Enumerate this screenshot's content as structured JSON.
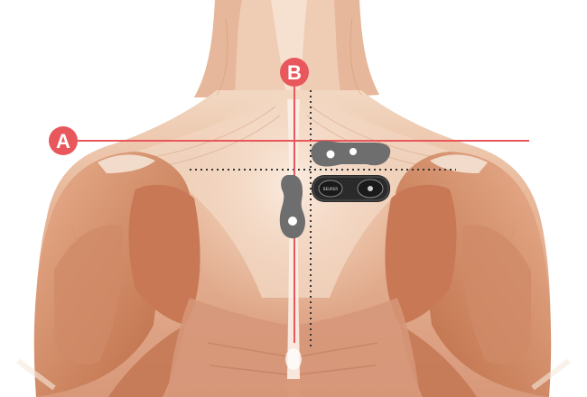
{
  "markers": {
    "horizontal_line": {
      "label": "A"
    },
    "vertical_line": {
      "label": "B"
    }
  },
  "device": {
    "brand_text": "BEURER"
  },
  "colors": {
    "marker_line": "#e8575c",
    "marker_badge": "#e8575c",
    "guide_dots": "#333333",
    "placement_silhouette": "#6e6e6e",
    "device_body": "#2a2a2a",
    "skin_light": "#f3dcc6",
    "muscle_mid": "#d99c7c",
    "muscle_dark": "#b86a47"
  },
  "icons": [
    "back-muscle-illustration",
    "placement-silhouette-icon",
    "tens-device-icon"
  ]
}
